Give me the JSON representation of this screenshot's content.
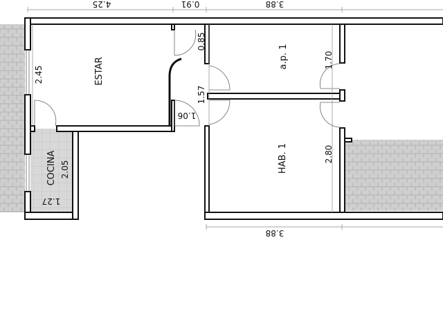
{
  "rooms": {
    "estar": "ESTAR",
    "cocina": "COCINA",
    "ap1": "a.p. 1",
    "hab1": "HAB. 1"
  },
  "dimensions": {
    "top_estar": "4.25",
    "top_hall": "0.91",
    "top_ap1": "3.88",
    "bottom_hab1": "3.88",
    "estar_height": "2.45",
    "hall_door": "0.85",
    "hall_length": "1.57",
    "hall_width": "1.06",
    "ap1_height": "1.70",
    "hab1_height": "2.80",
    "cocina_height": "2.05",
    "cocina_width": "1.27"
  },
  "colors": {
    "wall": "#111111",
    "tile_fill": "#d6d6d6",
    "terrace_fill": "#c8c8c8"
  }
}
